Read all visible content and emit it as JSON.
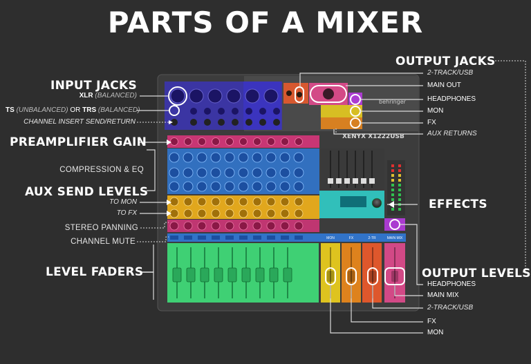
{
  "title": "PARTS OF A MIXER",
  "labels": {
    "input_jacks": "INPUT JACKS",
    "xlr": "XLR",
    "xlr_note": "(BALANCED)",
    "ts": "TS",
    "ts_note": "(UNBALANCED)",
    "or": "OR",
    "trs": "TRS",
    "trs_note": "(BALANCED)",
    "channel_insert": "CHANNEL INSERT SEND/RETURN",
    "preamp_gain": "PREAMPLIFIER GAIN",
    "compression_eq": "COMPRESSION & EQ",
    "aux_send_levels": "AUX SEND LEVELS",
    "to_mon": "TO MON",
    "to_fx": "TO FX",
    "stereo_panning": "STEREO PANNING",
    "channel_mute": "CHANNEL MUTE",
    "level_faders": "LEVEL FADERS",
    "output_jacks": "OUTPUT JACKS",
    "jack_2track": "2-TRACK/USB",
    "jack_main_out": "MAIN OUT",
    "jack_headphones": "HEADPHONES",
    "jack_mon": "MON",
    "jack_fx": "FX",
    "aux_returns": "AUX RETURNS",
    "effects": "EFFECTS",
    "output_levels": "OUTPUT LEVELS",
    "out_headphones": "HEADPHONES",
    "out_main_mix": "MAIN MIX",
    "out_2track": "2-TRACK/USB",
    "out_fx": "FX",
    "out_mon": "MON"
  },
  "mixer": {
    "brand": "behringer",
    "model": "XENYX X1222USB",
    "strip_labels": [
      "MON",
      "FX",
      "2-TR",
      "MAIN MIX"
    ]
  },
  "colors": {
    "inputs": "#3b33c6",
    "gain": "#e0357e",
    "eq": "#2f7de0",
    "aux": "#f3b21a",
    "pan": "#e0357e",
    "mute": "#2f7de0",
    "faders": "#3fe07a",
    "mon_yellow": "#f0d21c",
    "fx_orange": "#f08a1a",
    "track_red": "#f05a2a",
    "main_pink": "#e24a8e",
    "headphones_purple": "#b63be0",
    "effects_teal": "#2fd6d0"
  }
}
